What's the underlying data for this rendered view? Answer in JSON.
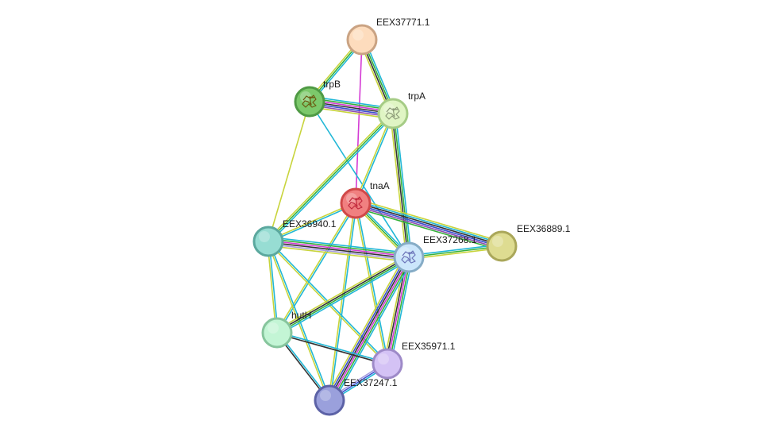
{
  "network": {
    "nodes": [
      {
        "id": "tnaA",
        "label": "tnaA",
        "fill": "#f08080",
        "stroke": "#d04848",
        "structure": true,
        "glyph": "#c0283c"
      },
      {
        "id": "EEX37771.1",
        "label": "EEX37771.1",
        "fill": "#fddcbd",
        "stroke": "#caa383",
        "structure": false
      },
      {
        "id": "trpB",
        "label": "trpB",
        "fill": "#7cc96b",
        "stroke": "#4f9a44",
        "structure": true,
        "glyph": "#6b5b12"
      },
      {
        "id": "trpA",
        "label": "trpA",
        "fill": "#e0f5c4",
        "stroke": "#a6cc86",
        "structure": true,
        "glyph": "#8c9a78"
      },
      {
        "id": "EEX36940.1",
        "label": "EEX36940.1",
        "fill": "#97ddd3",
        "stroke": "#5ba89e",
        "structure": false
      },
      {
        "id": "EEX37268.1",
        "label": "EEX37268.1",
        "fill": "#cbe6fb",
        "stroke": "#86acc6",
        "structure": true,
        "glyph": "#6b73b8"
      },
      {
        "id": "EEX36889.1",
        "label": "EEX36889.1",
        "fill": "#dedc91",
        "stroke": "#aaa75a",
        "structure": false
      },
      {
        "id": "hutH",
        "label": "hutH",
        "fill": "#c3f5d5",
        "stroke": "#87c59d",
        "structure": false
      },
      {
        "id": "EEX35971.1",
        "label": "EEX35971.1",
        "fill": "#d4c2f5",
        "stroke": "#9e8ac8",
        "structure": false
      },
      {
        "id": "EEX37247.1",
        "label": "EEX37247.1",
        "fill": "#9aa0dc",
        "stroke": "#5c62a6",
        "structure": false
      }
    ],
    "edge_colors": {
      "cyan": "#21b7d6",
      "green": "#35b03a",
      "yellow": "#c8d43c",
      "purple": "#8d4eb0",
      "black": "#333333",
      "blue": "#3a4fd0",
      "lavender": "#a79ce0",
      "magenta": "#d43ad4"
    },
    "edges": [
      {
        "source": "EEX37771.1",
        "target": "trpB",
        "colors": [
          "cyan",
          "green",
          "yellow"
        ]
      },
      {
        "source": "EEX37771.1",
        "target": "trpA",
        "colors": [
          "cyan",
          "green",
          "black",
          "yellow"
        ]
      },
      {
        "source": "EEX37771.1",
        "target": "tnaA",
        "colors": [
          "magenta"
        ]
      },
      {
        "source": "trpB",
        "target": "trpA",
        "colors": [
          "cyan",
          "green",
          "magenta",
          "black",
          "blue",
          "purple",
          "yellow"
        ]
      },
      {
        "source": "trpB",
        "target": "EEX37268.1",
        "colors": [
          "cyan"
        ]
      },
      {
        "source": "trpA",
        "target": "tnaA",
        "colors": [
          "cyan",
          "yellow"
        ]
      },
      {
        "source": "trpA",
        "target": "EEX36940.1",
        "colors": [
          "cyan",
          "green",
          "yellow"
        ]
      },
      {
        "source": "trpA",
        "target": "EEX37268.1",
        "colors": [
          "cyan",
          "green",
          "black",
          "yellow"
        ]
      },
      {
        "source": "trpB",
        "target": "EEX36940.1",
        "colors": [
          "yellow"
        ]
      },
      {
        "source": "tnaA",
        "target": "EEX36889.1",
        "colors": [
          "yellow",
          "cyan",
          "black",
          "blue",
          "purple",
          "green"
        ]
      },
      {
        "source": "tnaA",
        "target": "EEX37268.1",
        "colors": [
          "cyan",
          "green",
          "yellow"
        ]
      },
      {
        "source": "tnaA",
        "target": "EEX36940.1",
        "colors": [
          "cyan",
          "yellow"
        ]
      },
      {
        "source": "tnaA",
        "target": "hutH",
        "colors": [
          "cyan",
          "yellow"
        ]
      },
      {
        "source": "tnaA",
        "target": "EEX35971.1",
        "colors": [
          "cyan",
          "yellow"
        ]
      },
      {
        "source": "tnaA",
        "target": "EEX37247.1",
        "colors": [
          "cyan",
          "yellow"
        ]
      },
      {
        "source": "EEX36940.1",
        "target": "EEX37268.1",
        "colors": [
          "cyan",
          "green",
          "magenta",
          "black",
          "lavender",
          "yellow"
        ]
      },
      {
        "source": "EEX36940.1",
        "target": "hutH",
        "colors": [
          "cyan",
          "yellow"
        ]
      },
      {
        "source": "EEX36940.1",
        "target": "EEX35971.1",
        "colors": [
          "cyan",
          "yellow"
        ]
      },
      {
        "source": "EEX36940.1",
        "target": "EEX37247.1",
        "colors": [
          "cyan",
          "yellow"
        ]
      },
      {
        "source": "EEX37268.1",
        "target": "EEX36889.1",
        "colors": [
          "cyan",
          "green",
          "yellow"
        ]
      },
      {
        "source": "EEX37268.1",
        "target": "hutH",
        "colors": [
          "cyan",
          "green",
          "black",
          "yellow"
        ]
      },
      {
        "source": "EEX37268.1",
        "target": "EEX35971.1",
        "colors": [
          "cyan",
          "green",
          "magenta",
          "black",
          "yellow"
        ]
      },
      {
        "source": "EEX37268.1",
        "target": "EEX37247.1",
        "colors": [
          "cyan",
          "green",
          "magenta",
          "black",
          "blue",
          "yellow"
        ]
      },
      {
        "source": "hutH",
        "target": "EEX35971.1",
        "colors": [
          "cyan",
          "black"
        ]
      },
      {
        "source": "hutH",
        "target": "EEX37247.1",
        "colors": [
          "cyan",
          "black"
        ]
      },
      {
        "source": "EEX35971.1",
        "target": "EEX37247.1",
        "colors": [
          "cyan",
          "blue",
          "lavender"
        ]
      }
    ]
  }
}
